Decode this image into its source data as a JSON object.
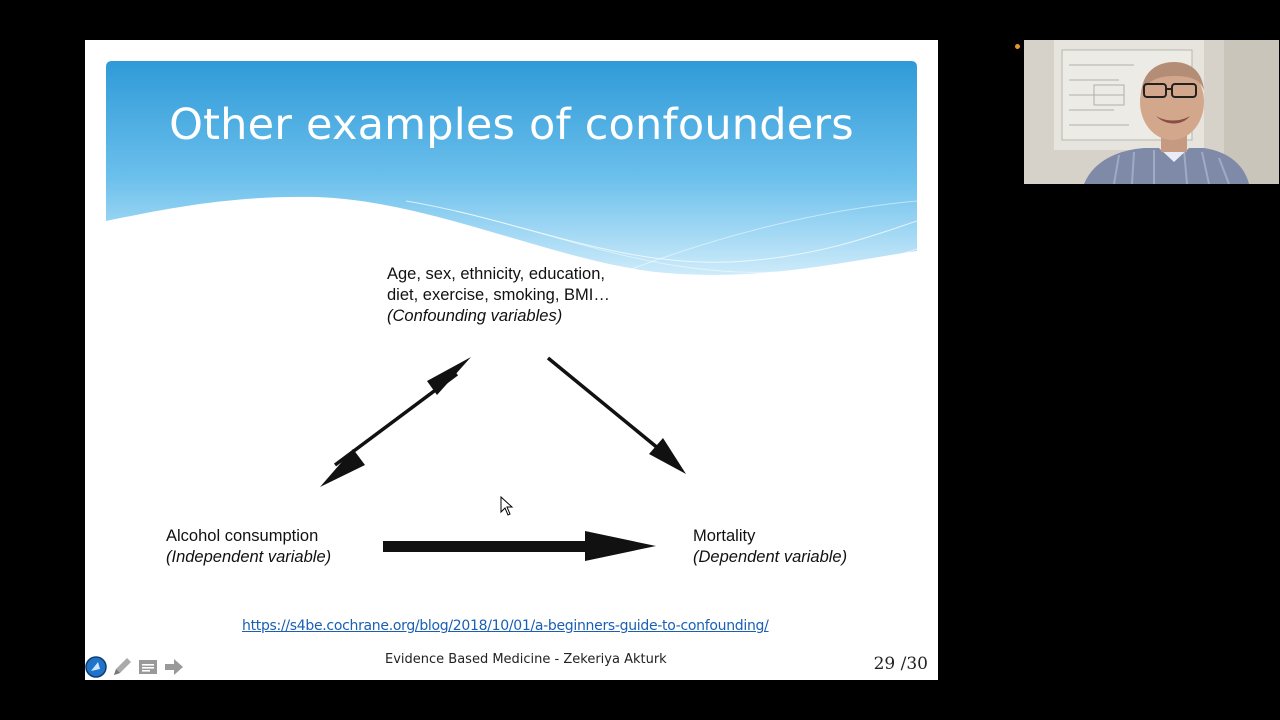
{
  "slide": {
    "title": "Other examples of confounders",
    "confounders": {
      "line1": "Age, sex, ethnicity, education,",
      "line2": "diet, exercise, smoking, BMI…",
      "role": "(Confounding variables)"
    },
    "independent": {
      "name": "Alcohol consumption",
      "role": "(Independent variable)"
    },
    "dependent": {
      "name": "Mortality",
      "role": "(Dependent variable)"
    },
    "link": "https://s4be.cochrane.org/blog/2018/10/01/a-beginners-guide-to-confounding/",
    "footer": "Evidence Based Medicine - Zekeriya Akturk",
    "page": {
      "current": "29",
      "total": "/30"
    }
  },
  "toolbar": {
    "icons": [
      "navigator-icon",
      "pen-icon",
      "menu-icon",
      "next-arrow-icon"
    ]
  },
  "colors": {
    "banner_top": "#2f9ad8",
    "banner_bottom": "#bfe4f7",
    "link": "#1a5fb4",
    "background": "#000000"
  }
}
